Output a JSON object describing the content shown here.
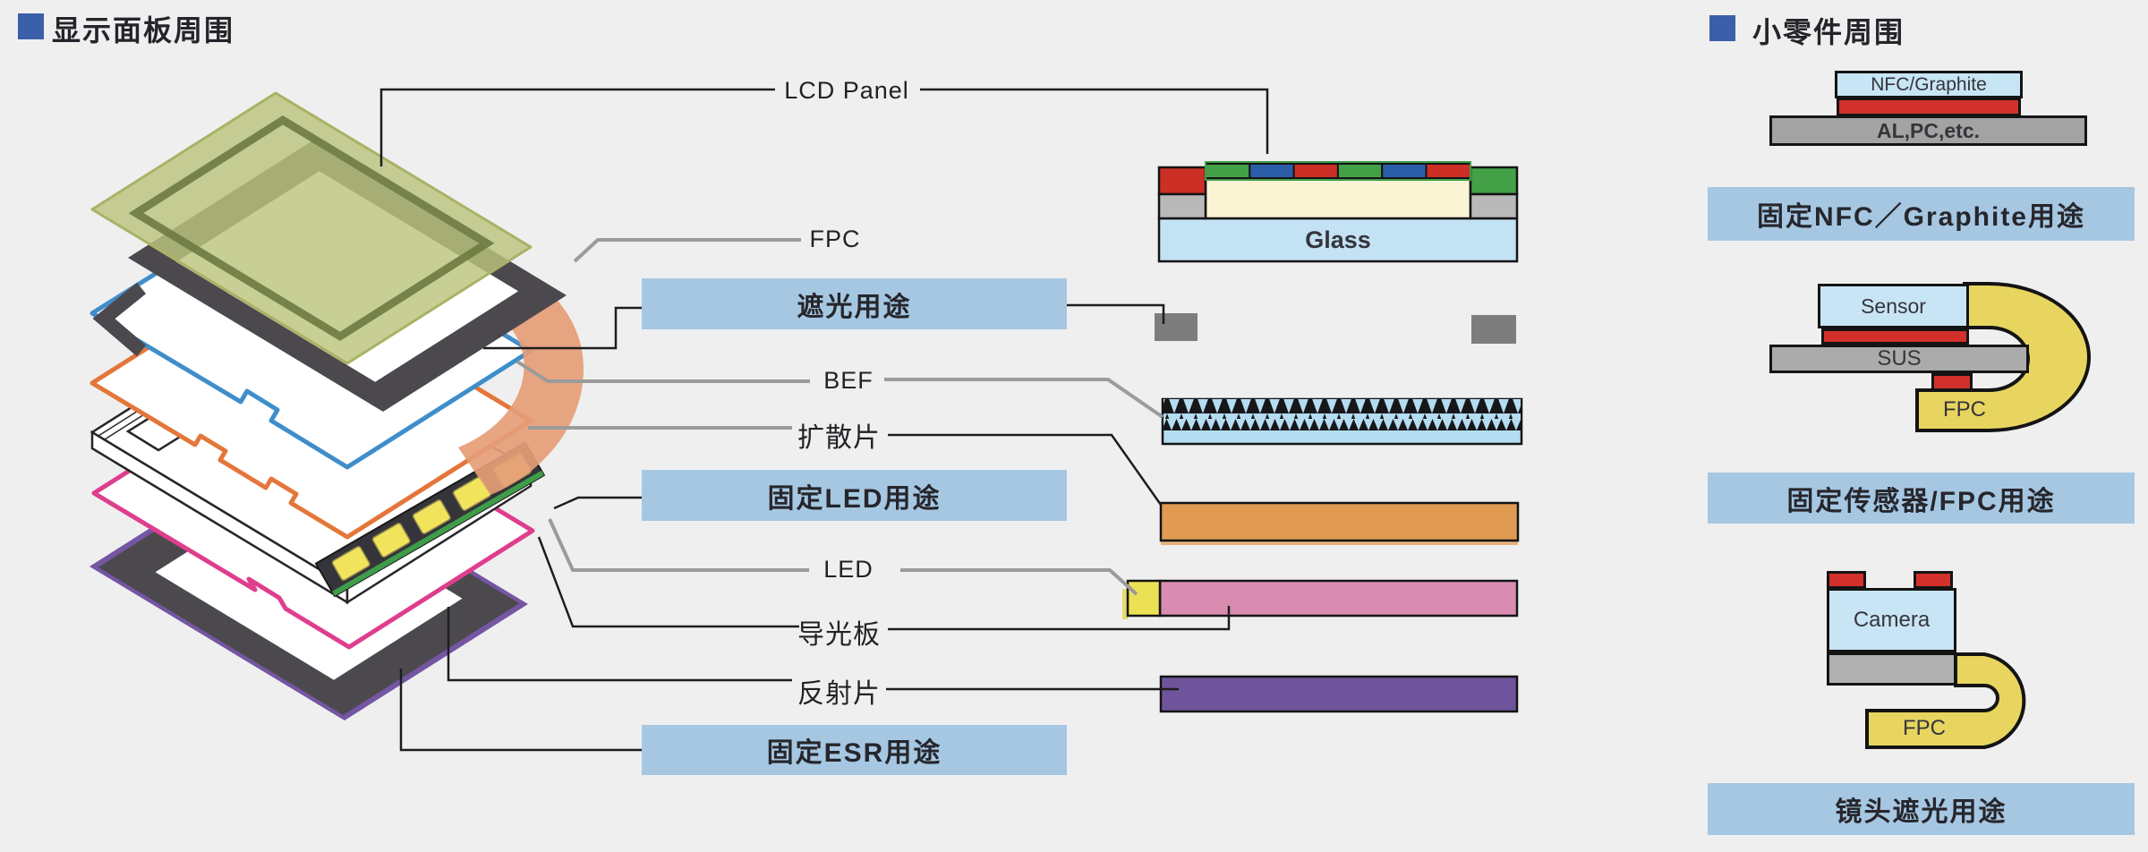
{
  "page": {
    "background": "#efeff0",
    "accent_blue": "#3b5fa8",
    "banner_blue": "#a6c7e2"
  },
  "left_section": {
    "title": "显示面板周围",
    "labels": {
      "lcd": "LCD Panel",
      "fpc": "FPC",
      "bef": "BEF",
      "diffuser": "扩散片",
      "led": "LED",
      "light_guide": "导光板",
      "reflector": "反射片"
    },
    "banners": {
      "shading": "遮光用途",
      "led_fixing": "固定LED用途",
      "esr_fixing": "固定ESR用途"
    },
    "cross_section": {
      "glass": "Glass"
    },
    "colors": {
      "lcd_glass": "#c3e2f4",
      "bef": "#b5dcf0",
      "diffuser": "#e09a51",
      "light_guide": "#d98bb0",
      "led": "#ece054",
      "reflector": "#6f549b",
      "shading_block": "#7d7d7d"
    }
  },
  "right_section": {
    "title": "小零件周围",
    "nfc": {
      "chip": "NFC/Graphite",
      "base": "AL,PC,etc.",
      "banner": "固定NFC／Graphite用途"
    },
    "sensor": {
      "chip": "Sensor",
      "plate": "SUS",
      "fpc": "FPC",
      "banner": "固定传感器/FPC用途"
    },
    "camera": {
      "chip": "Camera",
      "fpc": "FPC",
      "banner": "镜头遮光用途"
    },
    "colors": {
      "chip_blue": "#c8e5f5",
      "adhesive_red": "#d2312b",
      "fpc_yellow": "#e8d55f",
      "metal_gray": "#a8a8a8"
    }
  }
}
